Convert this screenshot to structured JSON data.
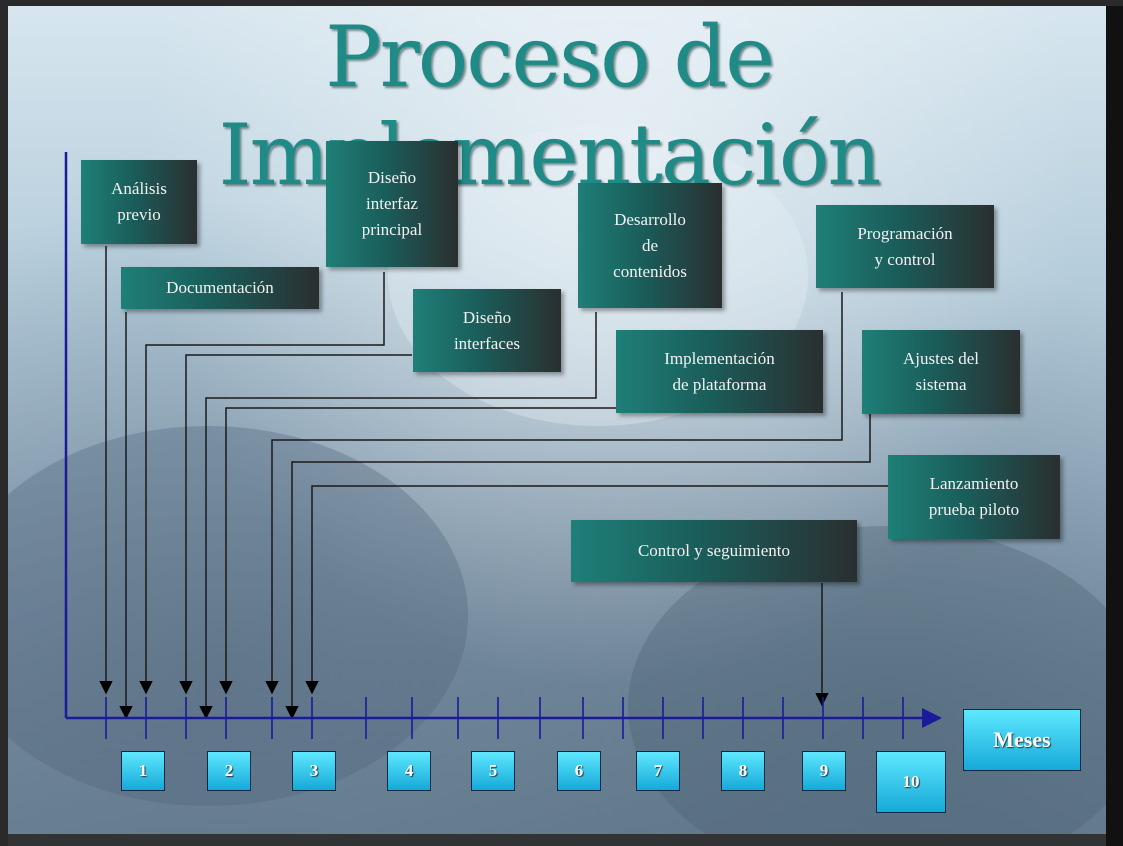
{
  "title": "Proceso de Implementación",
  "tasks": [
    {
      "label": "Análisis\nprevio",
      "month": "1"
    },
    {
      "label": "Documentación",
      "month": "1"
    },
    {
      "label": "Diseño\ninterfaz\nprincipal",
      "month": "1"
    },
    {
      "label": "Diseño\ninterfaces",
      "month": "2"
    },
    {
      "label": "Desarrollo\nde\ncontenidos",
      "month": "2"
    },
    {
      "label": "Implementación\nde plataforma",
      "month": "2"
    },
    {
      "label": "Programación\ny control",
      "month": "3"
    },
    {
      "label": "Ajustes del\nsistema",
      "month": "3"
    },
    {
      "label": "Lanzamiento\nprueba piloto",
      "month": "3"
    },
    {
      "label": "Control y seguimiento",
      "month": "9"
    }
  ],
  "axis": {
    "label": "Meses",
    "months": [
      "1",
      "2",
      "3",
      "4",
      "5",
      "6",
      "7",
      "8",
      "9",
      "10"
    ]
  },
  "colors": {
    "title": "#1f8a86",
    "task_box_start": "#1f7f78",
    "task_box_end": "#2a2f30",
    "axis": "#1a1a9a",
    "month_box": "#2bc0e8"
  }
}
